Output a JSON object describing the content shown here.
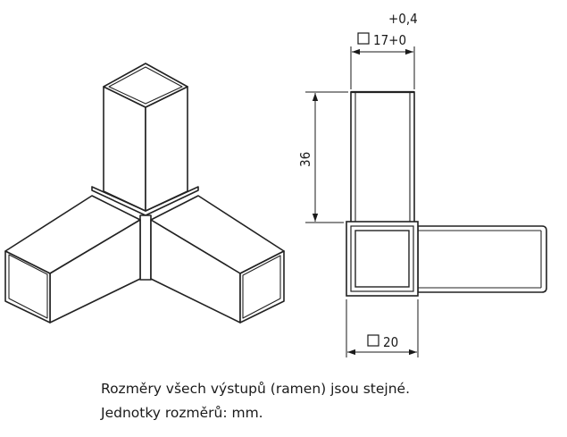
{
  "dimensions": {
    "tolerance_upper": "+0,4",
    "inner_square": "17+0",
    "arm_length": "36",
    "outer_square": "20"
  },
  "notes": {
    "line1": "Rozměry všech výstupů (ramen) jsou stejné.",
    "line2": "Jednotky rozměrů: mm."
  }
}
